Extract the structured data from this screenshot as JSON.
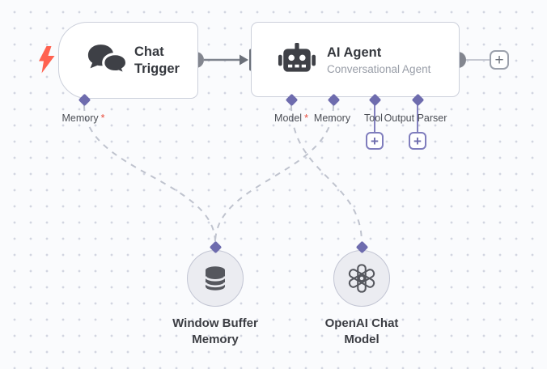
{
  "nodes": {
    "chat_trigger": {
      "title": "Chat Trigger"
    },
    "ai_agent": {
      "title": "AI Agent",
      "subtitle": "Conversational Agent"
    },
    "window_buffer_memory": {
      "caption": "Window Buffer Memory"
    },
    "openai_chat_model": {
      "caption": "OpenAI Chat Model"
    }
  },
  "ports": {
    "chat_trigger_memory": {
      "label": "Memory",
      "required_mark": "*"
    },
    "ai_agent_model": {
      "label": "Model",
      "required_mark": "*"
    },
    "ai_agent_memory": {
      "label": "Memory",
      "required_mark": ""
    },
    "ai_agent_tool": {
      "label": "Tool",
      "required_mark": ""
    },
    "ai_agent_output_parser": {
      "label": "Output Parser",
      "required_mark": ""
    }
  },
  "buttons": {
    "add_main_output": "+",
    "add_tool": "+",
    "add_output_parser": "+"
  },
  "icons": {
    "trigger_bolt": "lightning-bolt",
    "chat_trigger": "chat-bubbles",
    "ai_agent": "robot",
    "window_buffer_memory": "database",
    "openai_chat_model": "openai-logo"
  },
  "colors": {
    "canvas_bg": "#fafbfd",
    "grid_dot": "#d2d5e1",
    "node_border": "#ccd0db",
    "accent_purple": "#6e6cae",
    "connector_gray": "#7e838d",
    "required_red": "#e84c3d",
    "trigger_bolt_red": "#ff6250",
    "title_text": "#35383e",
    "subtitle_text": "#989da7"
  },
  "connections": [
    {
      "from": "Chat Trigger",
      "to": "AI Agent",
      "type": "main"
    },
    {
      "from": "Chat Trigger / Memory",
      "to": "Window Buffer Memory",
      "type": "dashed"
    },
    {
      "from": "AI Agent / Model",
      "to": "OpenAI Chat Model",
      "type": "dashed"
    },
    {
      "from": "AI Agent / Memory",
      "to": "Window Buffer Memory",
      "type": "dashed"
    }
  ]
}
